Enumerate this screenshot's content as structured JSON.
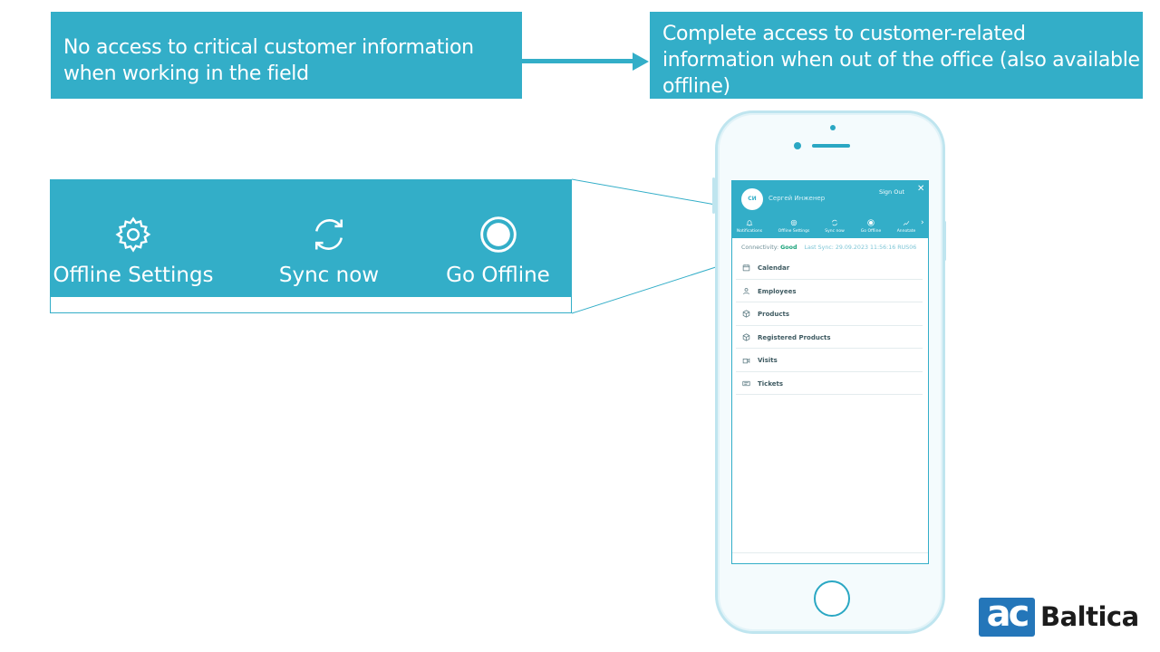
{
  "callouts": {
    "left": "No access to critical customer information when working in the field",
    "right": "Complete access to customer-related information when out of the office (also available offline)"
  },
  "zoom_toolbar": {
    "items": [
      {
        "label": "Offline Settings",
        "icon": "gear-icon"
      },
      {
        "label": "Sync now",
        "icon": "sync-icon"
      },
      {
        "label": "Go Offline",
        "icon": "record-icon"
      }
    ]
  },
  "app": {
    "avatar_initials": "СИ",
    "user_name": "Сергей Инженер",
    "sign_out": "Sign Out",
    "close": "✕",
    "toolbar": [
      {
        "label": "Notifications",
        "icon": "bell-icon"
      },
      {
        "label": "Offline Settings",
        "icon": "gear-icon"
      },
      {
        "label": "Sync now",
        "icon": "sync-icon"
      },
      {
        "label": "Go Offline",
        "icon": "record-icon"
      },
      {
        "label": "Annotate",
        "icon": "annotate-icon"
      }
    ],
    "toolbar_more": "›",
    "status": {
      "connectivity_label": "Connectivity:",
      "connectivity_value": "Good",
      "last_sync": "Last Sync: 29.09.2023 11:56:16 RUS06"
    },
    "menu": [
      {
        "label": "Calendar",
        "icon": "calendar-icon"
      },
      {
        "label": "Employees",
        "icon": "person-icon"
      },
      {
        "label": "Products",
        "icon": "box-icon"
      },
      {
        "label": "Registered Products",
        "icon": "box-icon"
      },
      {
        "label": "Visits",
        "icon": "visits-icon"
      },
      {
        "label": "Tickets",
        "icon": "ticket-icon"
      }
    ]
  },
  "logo": {
    "mark": "ac",
    "text": "Baltica"
  },
  "colors": {
    "accent": "#33aec8",
    "logo_blue": "#2476b9"
  }
}
